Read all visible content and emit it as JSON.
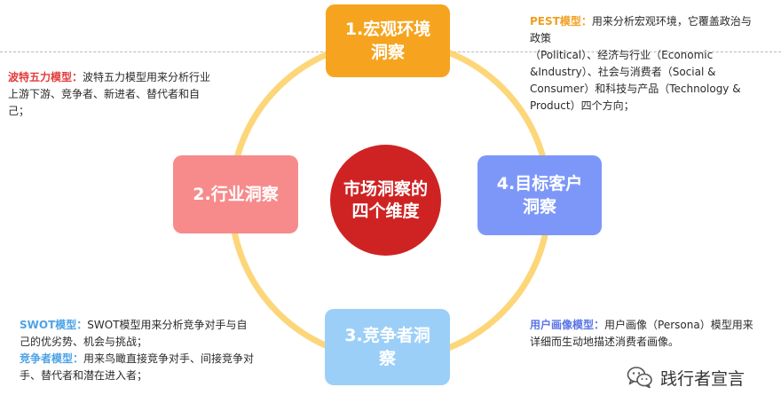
{
  "center": {
    "line1": "市场洞察的",
    "line2": "四个维度"
  },
  "boxes": [
    {
      "line1": "1.宏观环境",
      "line2": "洞察",
      "color": "#f6a41f"
    },
    {
      "line1": "2.行业洞察",
      "line2": "",
      "color": "#f78b8b"
    },
    {
      "line1": "3.竞争者洞",
      "line2": "察",
      "color": "#9ccff8"
    },
    {
      "line1": "4.目标客户",
      "line2": "洞察",
      "color": "#7d97f9"
    }
  ],
  "notes": {
    "pest": {
      "label": "PEST模型：",
      "lines": [
        "用来分析宏观环境，它覆盖政治与",
        "政策",
        "（Political）、经济与行业（Economic",
        "&Industry）、社会与消费者（Social &",
        "Consumer）和科技与产品（Technology &",
        "Product）四个方向；"
      ]
    },
    "porter": {
      "label": "波特五力模型：",
      "lines": [
        "波特五力模型用来分析行业",
        "上游下游、竞争者、新进者、替代者和自",
        "己；"
      ]
    },
    "swot": {
      "label": "SWOT模型：",
      "lines": [
        "SWOT模型用来分析竞争对手与自",
        "己的优劣势、机会与挑战；"
      ]
    },
    "competitor": {
      "label": "竞争者模型：",
      "lines": [
        "用来鸟瞰直接竞争对手、间接竞争对",
        "手、替代者和潜在进入者；"
      ]
    },
    "persona": {
      "label": "用户画像模型：",
      "lines": [
        "用户画像（Persona）模型用来",
        "详细而生动地描述消费者画像。"
      ]
    }
  },
  "watermark": {
    "text": "践行者宣言",
    "icon": "wechat-icon"
  },
  "colors": {
    "ring": "#fcd679",
    "center": "#cf2323",
    "label_orange": "#f0a020",
    "label_red": "#e23b3b",
    "label_blue": "#4da3e6",
    "label_indigo": "#5b75e6"
  }
}
